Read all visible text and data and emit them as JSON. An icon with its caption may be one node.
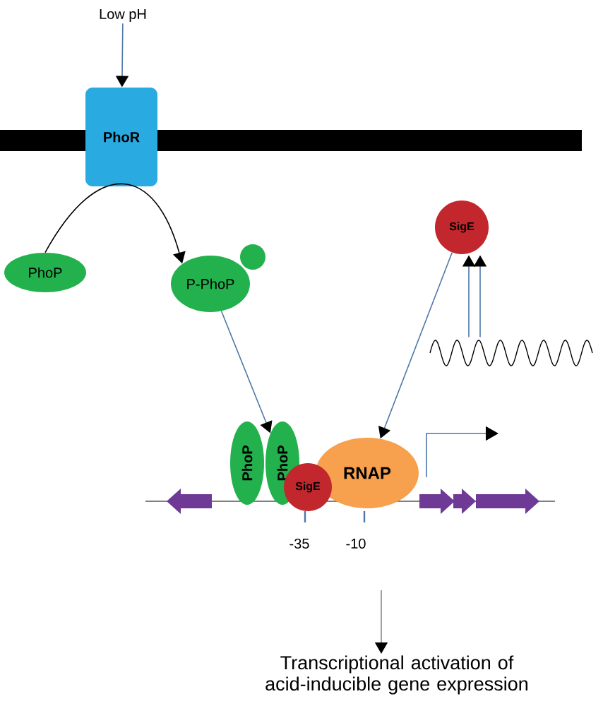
{
  "diagram": {
    "nodes": [
      {
        "text": [
          "Low pH"
        ]
      },
      {
        "text": [
          "PhoR"
        ]
      },
      {
        "text": [
          "PhoP"
        ]
      },
      {
        "text": [
          "P-PhoP"
        ]
      },
      {
        "text": [
          "SigE"
        ]
      },
      {
        "text": [],
        "shape": "wave"
      },
      {
        "text": [
          "PhoP"
        ]
      },
      {
        "text": [
          "PhoP"
        ]
      },
      {
        "text": [
          "SigE"
        ]
      },
      {
        "text": [
          "RNAP"
        ]
      },
      {
        "text": [
          "Transcriptional activation of acid-inducible gene expression"
        ]
      }
    ],
    "edges": [
      {
        "from": 0,
        "to": 1,
        "arrow": "to"
      },
      {
        "from": 2,
        "to": 3,
        "arrow": "to",
        "color": "#000000"
      },
      {
        "from": 3,
        "to": 7,
        "arrow": "to"
      },
      {
        "from": 4,
        "to": 9,
        "arrow": "to"
      },
      {
        "from": 5,
        "to": 4,
        "arrow": "to"
      },
      {
        "from": 5,
        "to": 4,
        "arrow": "to"
      },
      {
        "from": null,
        "to": 10,
        "arrow": "to",
        "color": "#888888"
      }
    ],
    "labels": [
      "-35",
      "-10"
    ]
  }
}
